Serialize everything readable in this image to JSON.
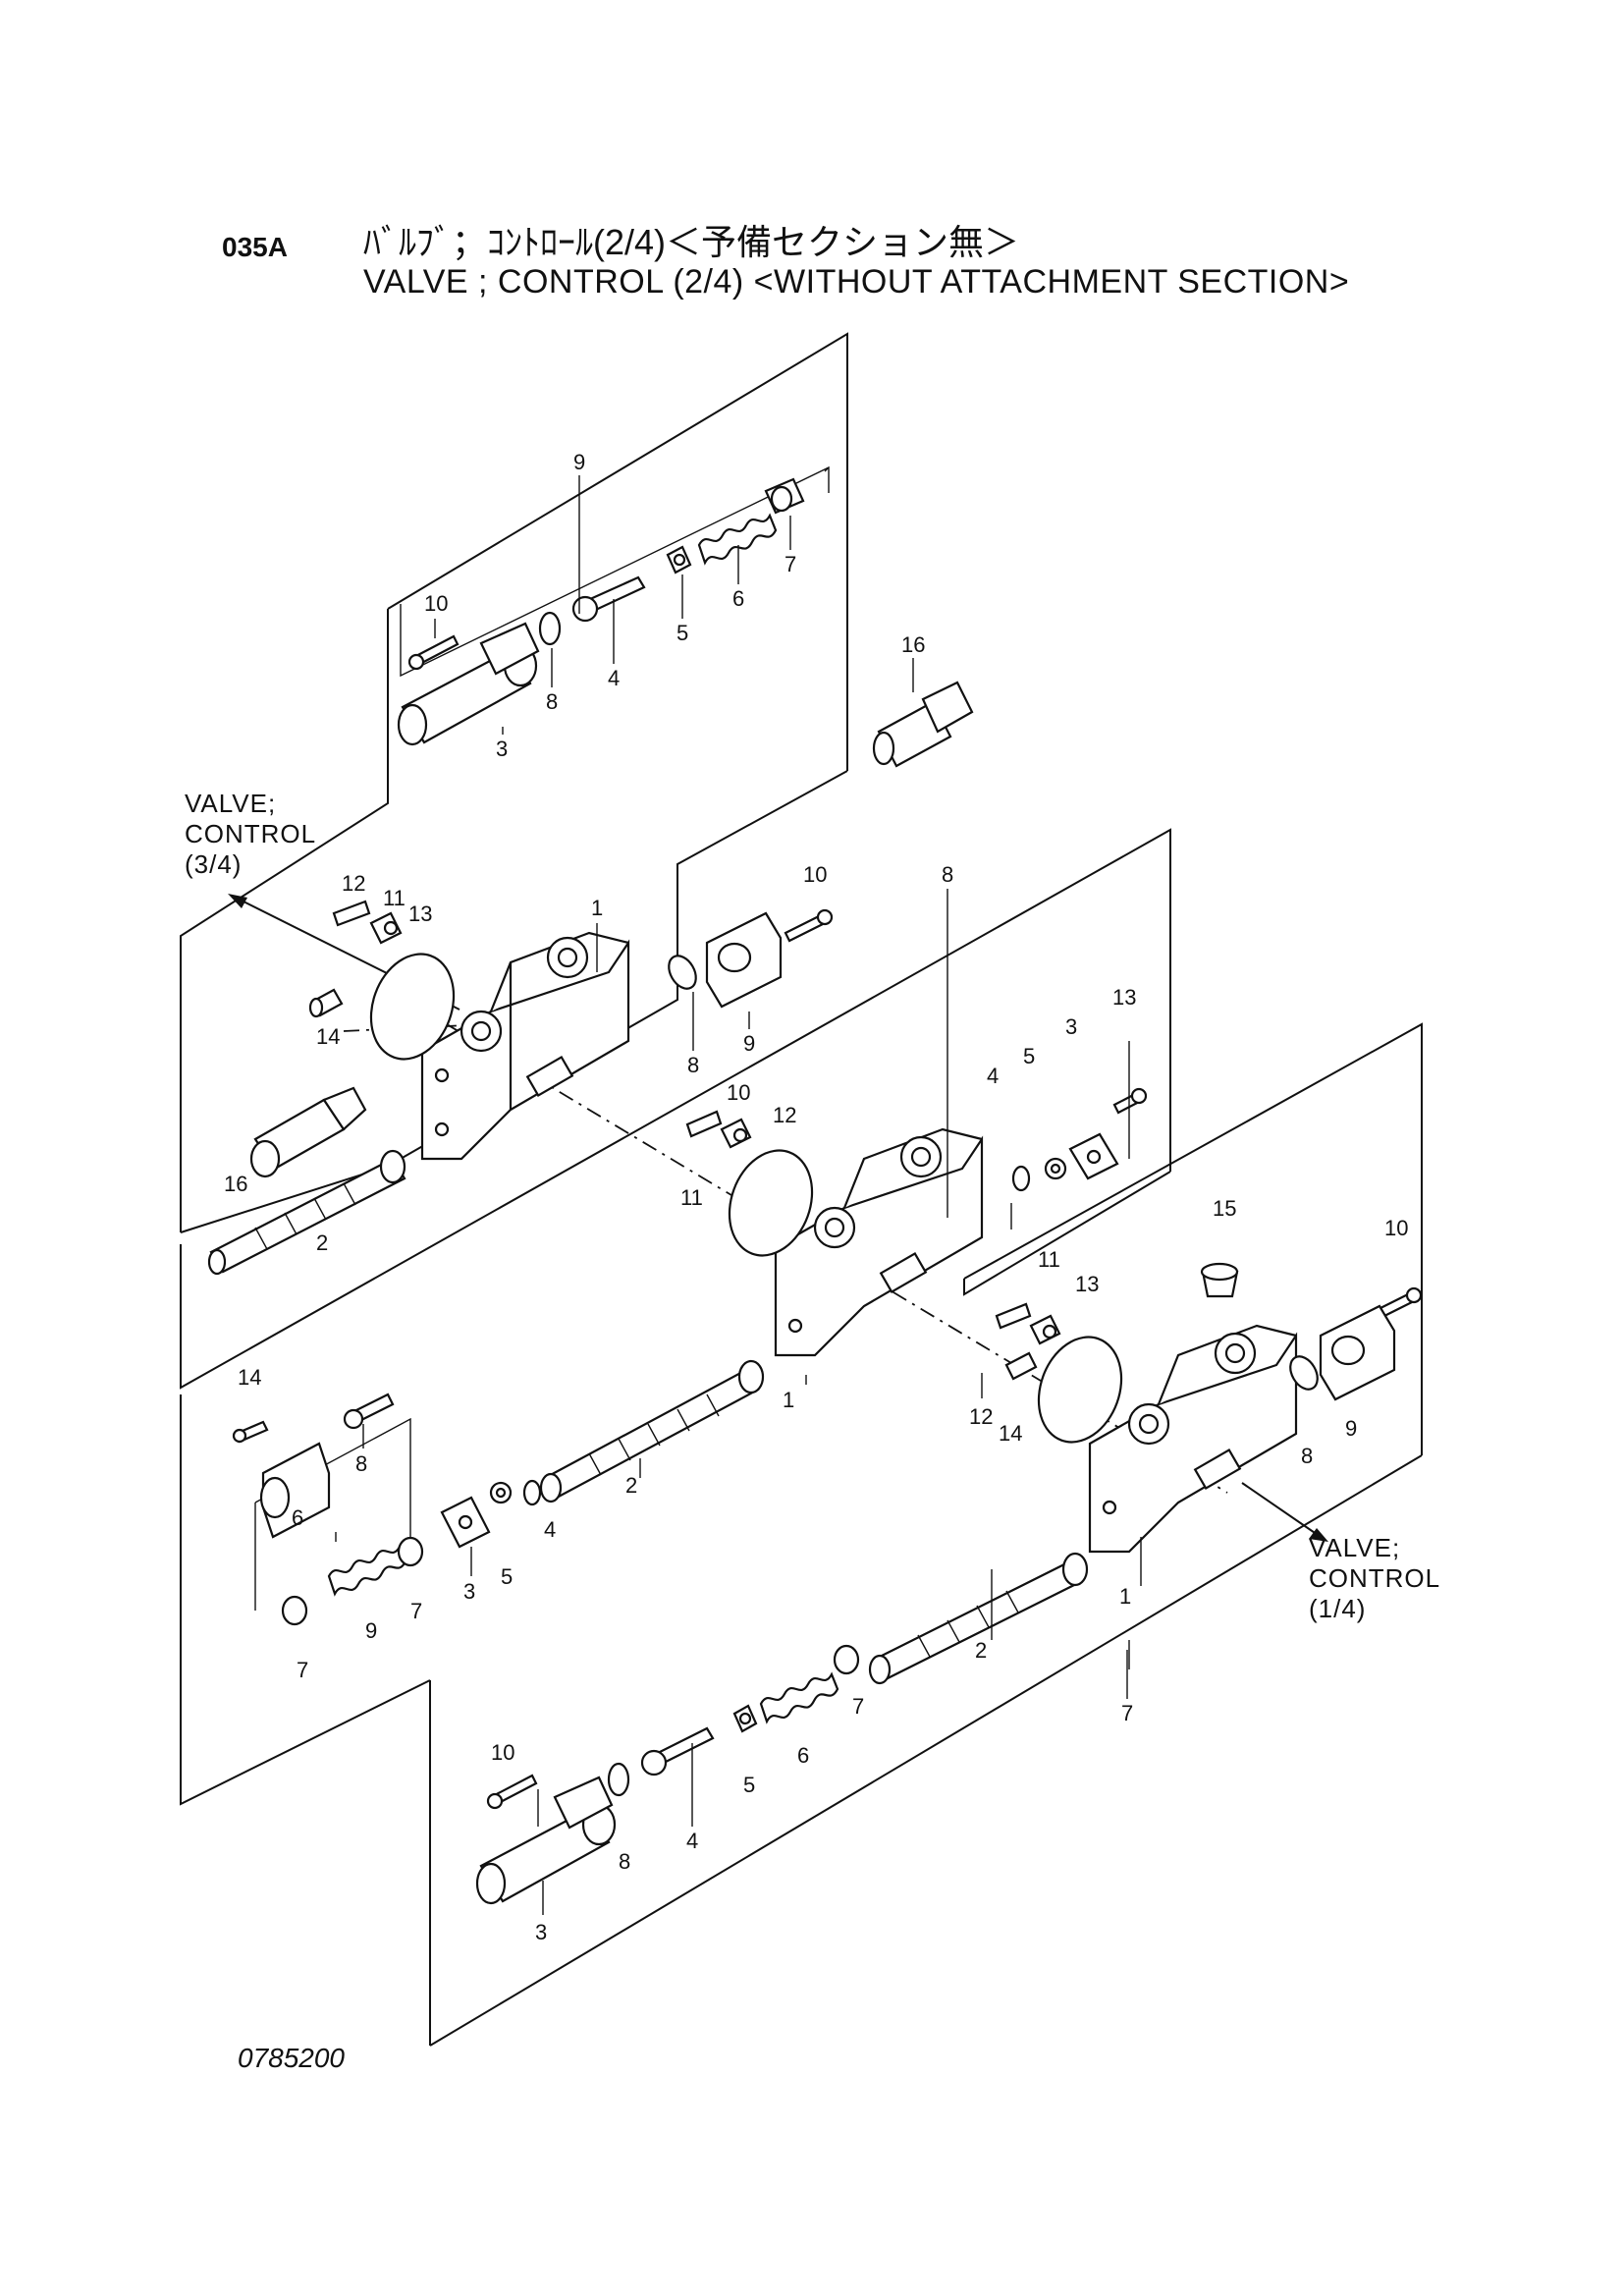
{
  "header": {
    "code": "035A",
    "title_jp": "ﾊﾞﾙﾌﾞ；ｺﾝﾄﾛｰﾙ(2/4)＜予備セクション無＞",
    "title_en": "VALVE ; CONTROL (2/4) <WITHOUT ATTACHMENT SECTION>"
  },
  "callouts": {
    "valve_3_4": [
      "VALVE;",
      "CONTROL",
      "(3/4)"
    ],
    "valve_1_4": [
      "VALVE;",
      "CONTROL",
      "(1/4)"
    ]
  },
  "part_numbers": {
    "group_top": [
      "9",
      "10",
      "3",
      "8",
      "4",
      "5",
      "6",
      "7"
    ],
    "item16_top": "16",
    "left_body": [
      "12",
      "11",
      "13",
      "1",
      "14",
      "16",
      "2",
      "8",
      "9",
      "10"
    ],
    "group8": [
      "8",
      "10",
      "12",
      "11",
      "4",
      "5",
      "3",
      "13",
      "1",
      "2"
    ],
    "left_lower": [
      "14",
      "8",
      "6",
      "3",
      "5",
      "4",
      "9",
      "7",
      "7"
    ],
    "right_body": [
      "15",
      "10",
      "11",
      "13",
      "12",
      "14",
      "8",
      "9",
      "1",
      "2",
      "7"
    ],
    "group7": [
      "7",
      "10",
      "4",
      "5",
      "6",
      "8",
      "3"
    ]
  },
  "drawing_number": "0785200",
  "colors": {
    "ink": "#111111",
    "paper": "#ffffff"
  }
}
